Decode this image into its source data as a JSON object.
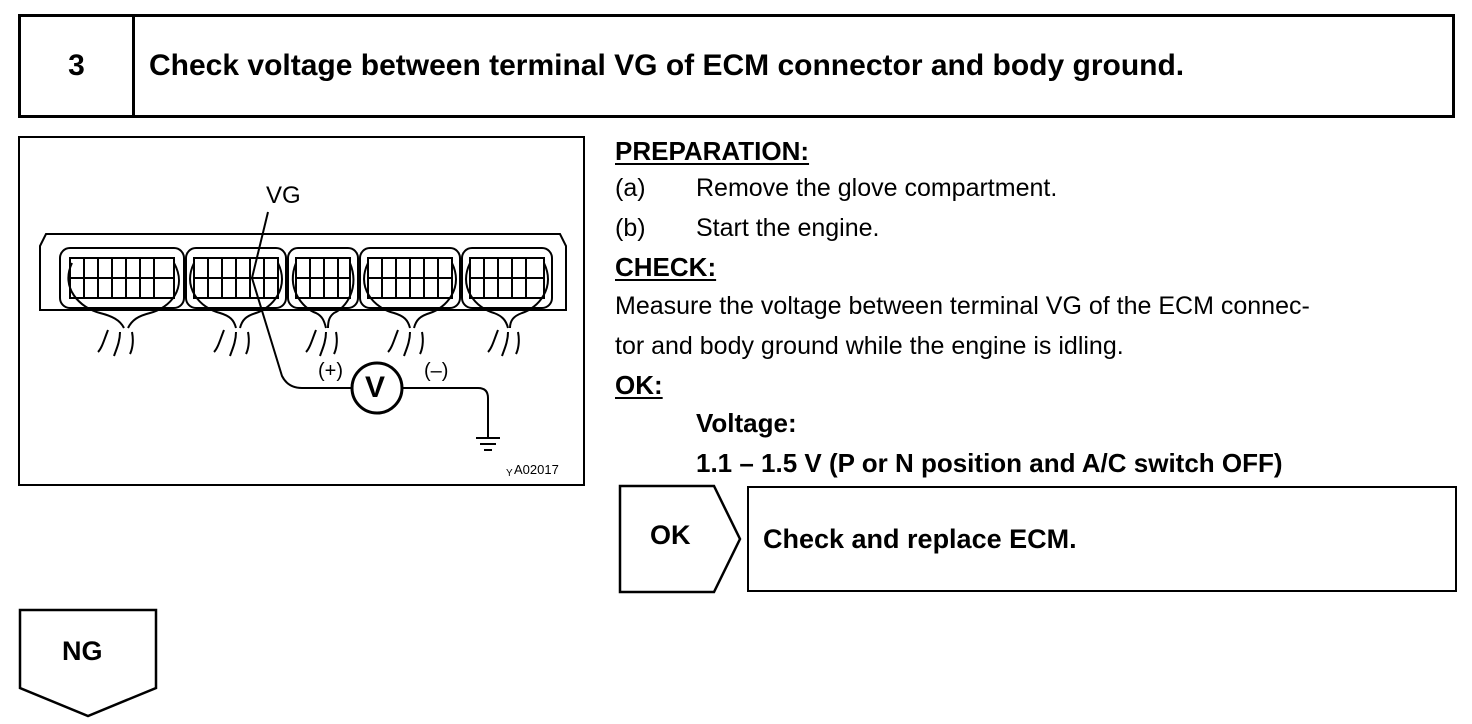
{
  "step": {
    "number": "3",
    "title": "Check voltage between terminal VG of ECM connector and body ground."
  },
  "figure": {
    "terminal_label": "VG",
    "plus_label": "(+)",
    "minus_label": "(–)",
    "meter_label": "V",
    "code_prefix": "Y",
    "code": "A02017"
  },
  "preparation": {
    "heading": "PREPARATION:",
    "items": [
      {
        "label": "(a)",
        "text": "Remove the glove compartment."
      },
      {
        "label": "(b)",
        "text": "Start the engine."
      }
    ]
  },
  "check": {
    "heading": "CHECK:",
    "lines": [
      "Measure the voltage between terminal VG of the ECM connec-",
      "tor and body ground while the engine is idling."
    ]
  },
  "ok_spec": {
    "heading": "OK:",
    "label": "Voltage:",
    "value": "1.1 – 1.5 V (P or N position and A/C switch OFF)"
  },
  "ok_result": {
    "label": "OK",
    "action": "Check and replace ECM."
  },
  "ng_result": {
    "label": "NG"
  }
}
